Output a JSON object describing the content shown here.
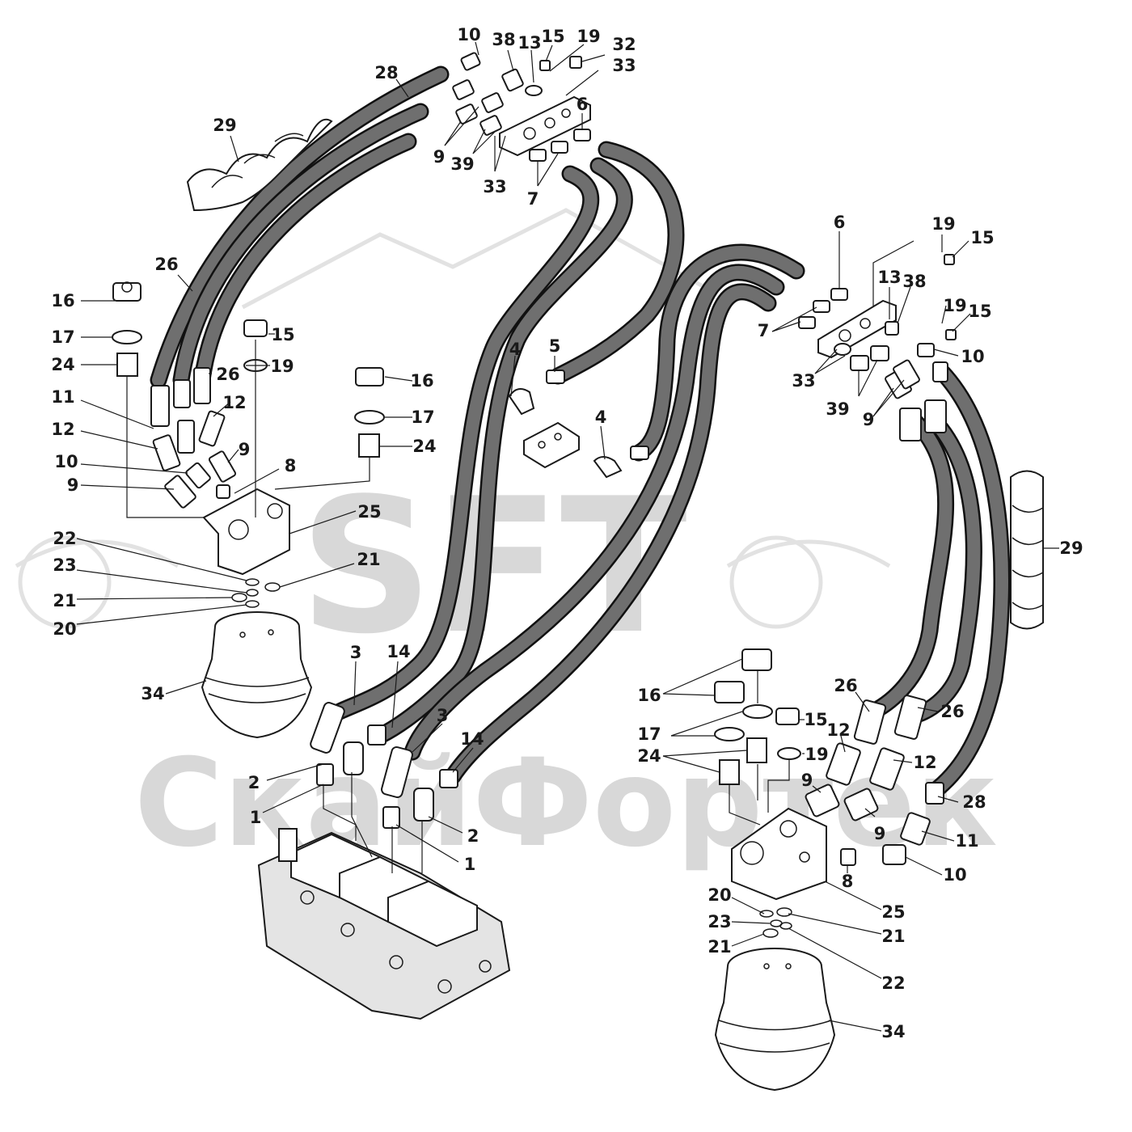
{
  "watermark": {
    "logo_text": "SFT",
    "company_text": "СкайФортек"
  },
  "callouts": [
    {
      "id": "c-10a",
      "text": "10"
    },
    {
      "id": "c-38a",
      "text": "38"
    },
    {
      "id": "c-13a",
      "text": "13"
    },
    {
      "id": "c-15a",
      "text": "15"
    },
    {
      "id": "c-19a",
      "text": "19"
    },
    {
      "id": "c-32",
      "text": "32"
    },
    {
      "id": "c-33a",
      "text": "33"
    },
    {
      "id": "c-28a",
      "text": "28"
    },
    {
      "id": "c-6a",
      "text": "6"
    },
    {
      "id": "c-29a",
      "text": "29"
    },
    {
      "id": "c-9a",
      "text": "9"
    },
    {
      "id": "c-39a",
      "text": "39"
    },
    {
      "id": "c-33b",
      "text": "33"
    },
    {
      "id": "c-7a",
      "text": "7"
    },
    {
      "id": "c-26a",
      "text": "26"
    },
    {
      "id": "c-16a",
      "text": "16"
    },
    {
      "id": "c-17a",
      "text": "17"
    },
    {
      "id": "c-24a",
      "text": "24"
    },
    {
      "id": "c-15b",
      "text": "15"
    },
    {
      "id": "c-19b",
      "text": "19"
    },
    {
      "id": "c-26b",
      "text": "26"
    },
    {
      "id": "c-11a",
      "text": "11"
    },
    {
      "id": "c-12a",
      "text": "12"
    },
    {
      "id": "c-12b",
      "text": "12"
    },
    {
      "id": "c-10b",
      "text": "10"
    },
    {
      "id": "c-9b",
      "text": "9"
    },
    {
      "id": "c-9c",
      "text": "9"
    },
    {
      "id": "c-8a",
      "text": "8"
    },
    {
      "id": "c-16b",
      "text": "16"
    },
    {
      "id": "c-17b",
      "text": "17"
    },
    {
      "id": "c-24b",
      "text": "24"
    },
    {
      "id": "c-25a",
      "text": "25"
    },
    {
      "id": "c-22a",
      "text": "22"
    },
    {
      "id": "c-23a",
      "text": "23"
    },
    {
      "id": "c-21a",
      "text": "21"
    },
    {
      "id": "c-21b",
      "text": "21"
    },
    {
      "id": "c-20a",
      "text": "20"
    },
    {
      "id": "c-34a",
      "text": "34"
    },
    {
      "id": "c-4a",
      "text": "4"
    },
    {
      "id": "c-5",
      "text": "5"
    },
    {
      "id": "c-4b",
      "text": "4"
    },
    {
      "id": "c-6b",
      "text": "6"
    },
    {
      "id": "c-19c",
      "text": "19"
    },
    {
      "id": "c-15c",
      "text": "15"
    },
    {
      "id": "c-13b",
      "text": "13"
    },
    {
      "id": "c-38b",
      "text": "38"
    },
    {
      "id": "c-19d",
      "text": "19"
    },
    {
      "id": "c-15d",
      "text": "15"
    },
    {
      "id": "c-7b",
      "text": "7"
    },
    {
      "id": "c-10c",
      "text": "10"
    },
    {
      "id": "c-33c",
      "text": "33"
    },
    {
      "id": "c-39b",
      "text": "39"
    },
    {
      "id": "c-9d",
      "text": "9"
    },
    {
      "id": "c-29b",
      "text": "29"
    },
    {
      "id": "c-3a",
      "text": "3"
    },
    {
      "id": "c-14a",
      "text": "14"
    },
    {
      "id": "c-3b",
      "text": "3"
    },
    {
      "id": "c-14b",
      "text": "14"
    },
    {
      "id": "c-2a",
      "text": "2"
    },
    {
      "id": "c-1a",
      "text": "1"
    },
    {
      "id": "c-2b",
      "text": "2"
    },
    {
      "id": "c-1b",
      "text": "1"
    },
    {
      "id": "c-16c",
      "text": "16"
    },
    {
      "id": "c-17c",
      "text": "17"
    },
    {
      "id": "c-24c",
      "text": "24"
    },
    {
      "id": "c-15e",
      "text": "15"
    },
    {
      "id": "c-19e",
      "text": "19"
    },
    {
      "id": "c-26c",
      "text": "26"
    },
    {
      "id": "c-26d",
      "text": "26"
    },
    {
      "id": "c-12c",
      "text": "12"
    },
    {
      "id": "c-12d",
      "text": "12"
    },
    {
      "id": "c-9e",
      "text": "9"
    },
    {
      "id": "c-9f",
      "text": "9"
    },
    {
      "id": "c-28b",
      "text": "28"
    },
    {
      "id": "c-11b",
      "text": "11"
    },
    {
      "id": "c-10d",
      "text": "10"
    },
    {
      "id": "c-8b",
      "text": "8"
    },
    {
      "id": "c-20b",
      "text": "20"
    },
    {
      "id": "c-25b",
      "text": "25"
    },
    {
      "id": "c-23b",
      "text": "23"
    },
    {
      "id": "c-21c",
      "text": "21"
    },
    {
      "id": "c-21d",
      "text": "21"
    },
    {
      "id": "c-22b",
      "text": "22"
    },
    {
      "id": "c-34b",
      "text": "34"
    }
  ]
}
